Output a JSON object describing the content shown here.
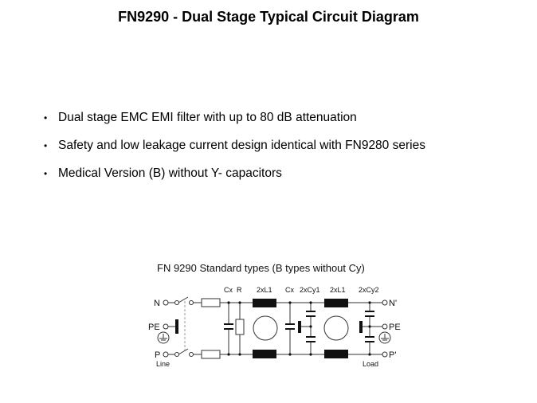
{
  "title": "FN9290 - Dual Stage Typical Circuit Diagram",
  "bullets": [
    "Dual stage EMC EMI filter with up to 80 dB attenuation",
    "Safety and low leakage current design identical with FN9280 series",
    "Medical Version (B) without Y- capacitors"
  ],
  "diagram": {
    "caption": "FN 9290 Standard types (B types without Cy)",
    "labels": {
      "cx1": "Cx",
      "r": "R",
      "l1a": "2xL1",
      "cx2": "Cx",
      "cy1": "2xCy1",
      "l1b": "2xL1",
      "cy2": "2xCy2",
      "n_in": "N",
      "pe_in": "PE",
      "p_in": "P",
      "line": "Line",
      "n_out": "N'",
      "pe_out": "PE",
      "p_out": "P'",
      "load": "Load"
    }
  }
}
